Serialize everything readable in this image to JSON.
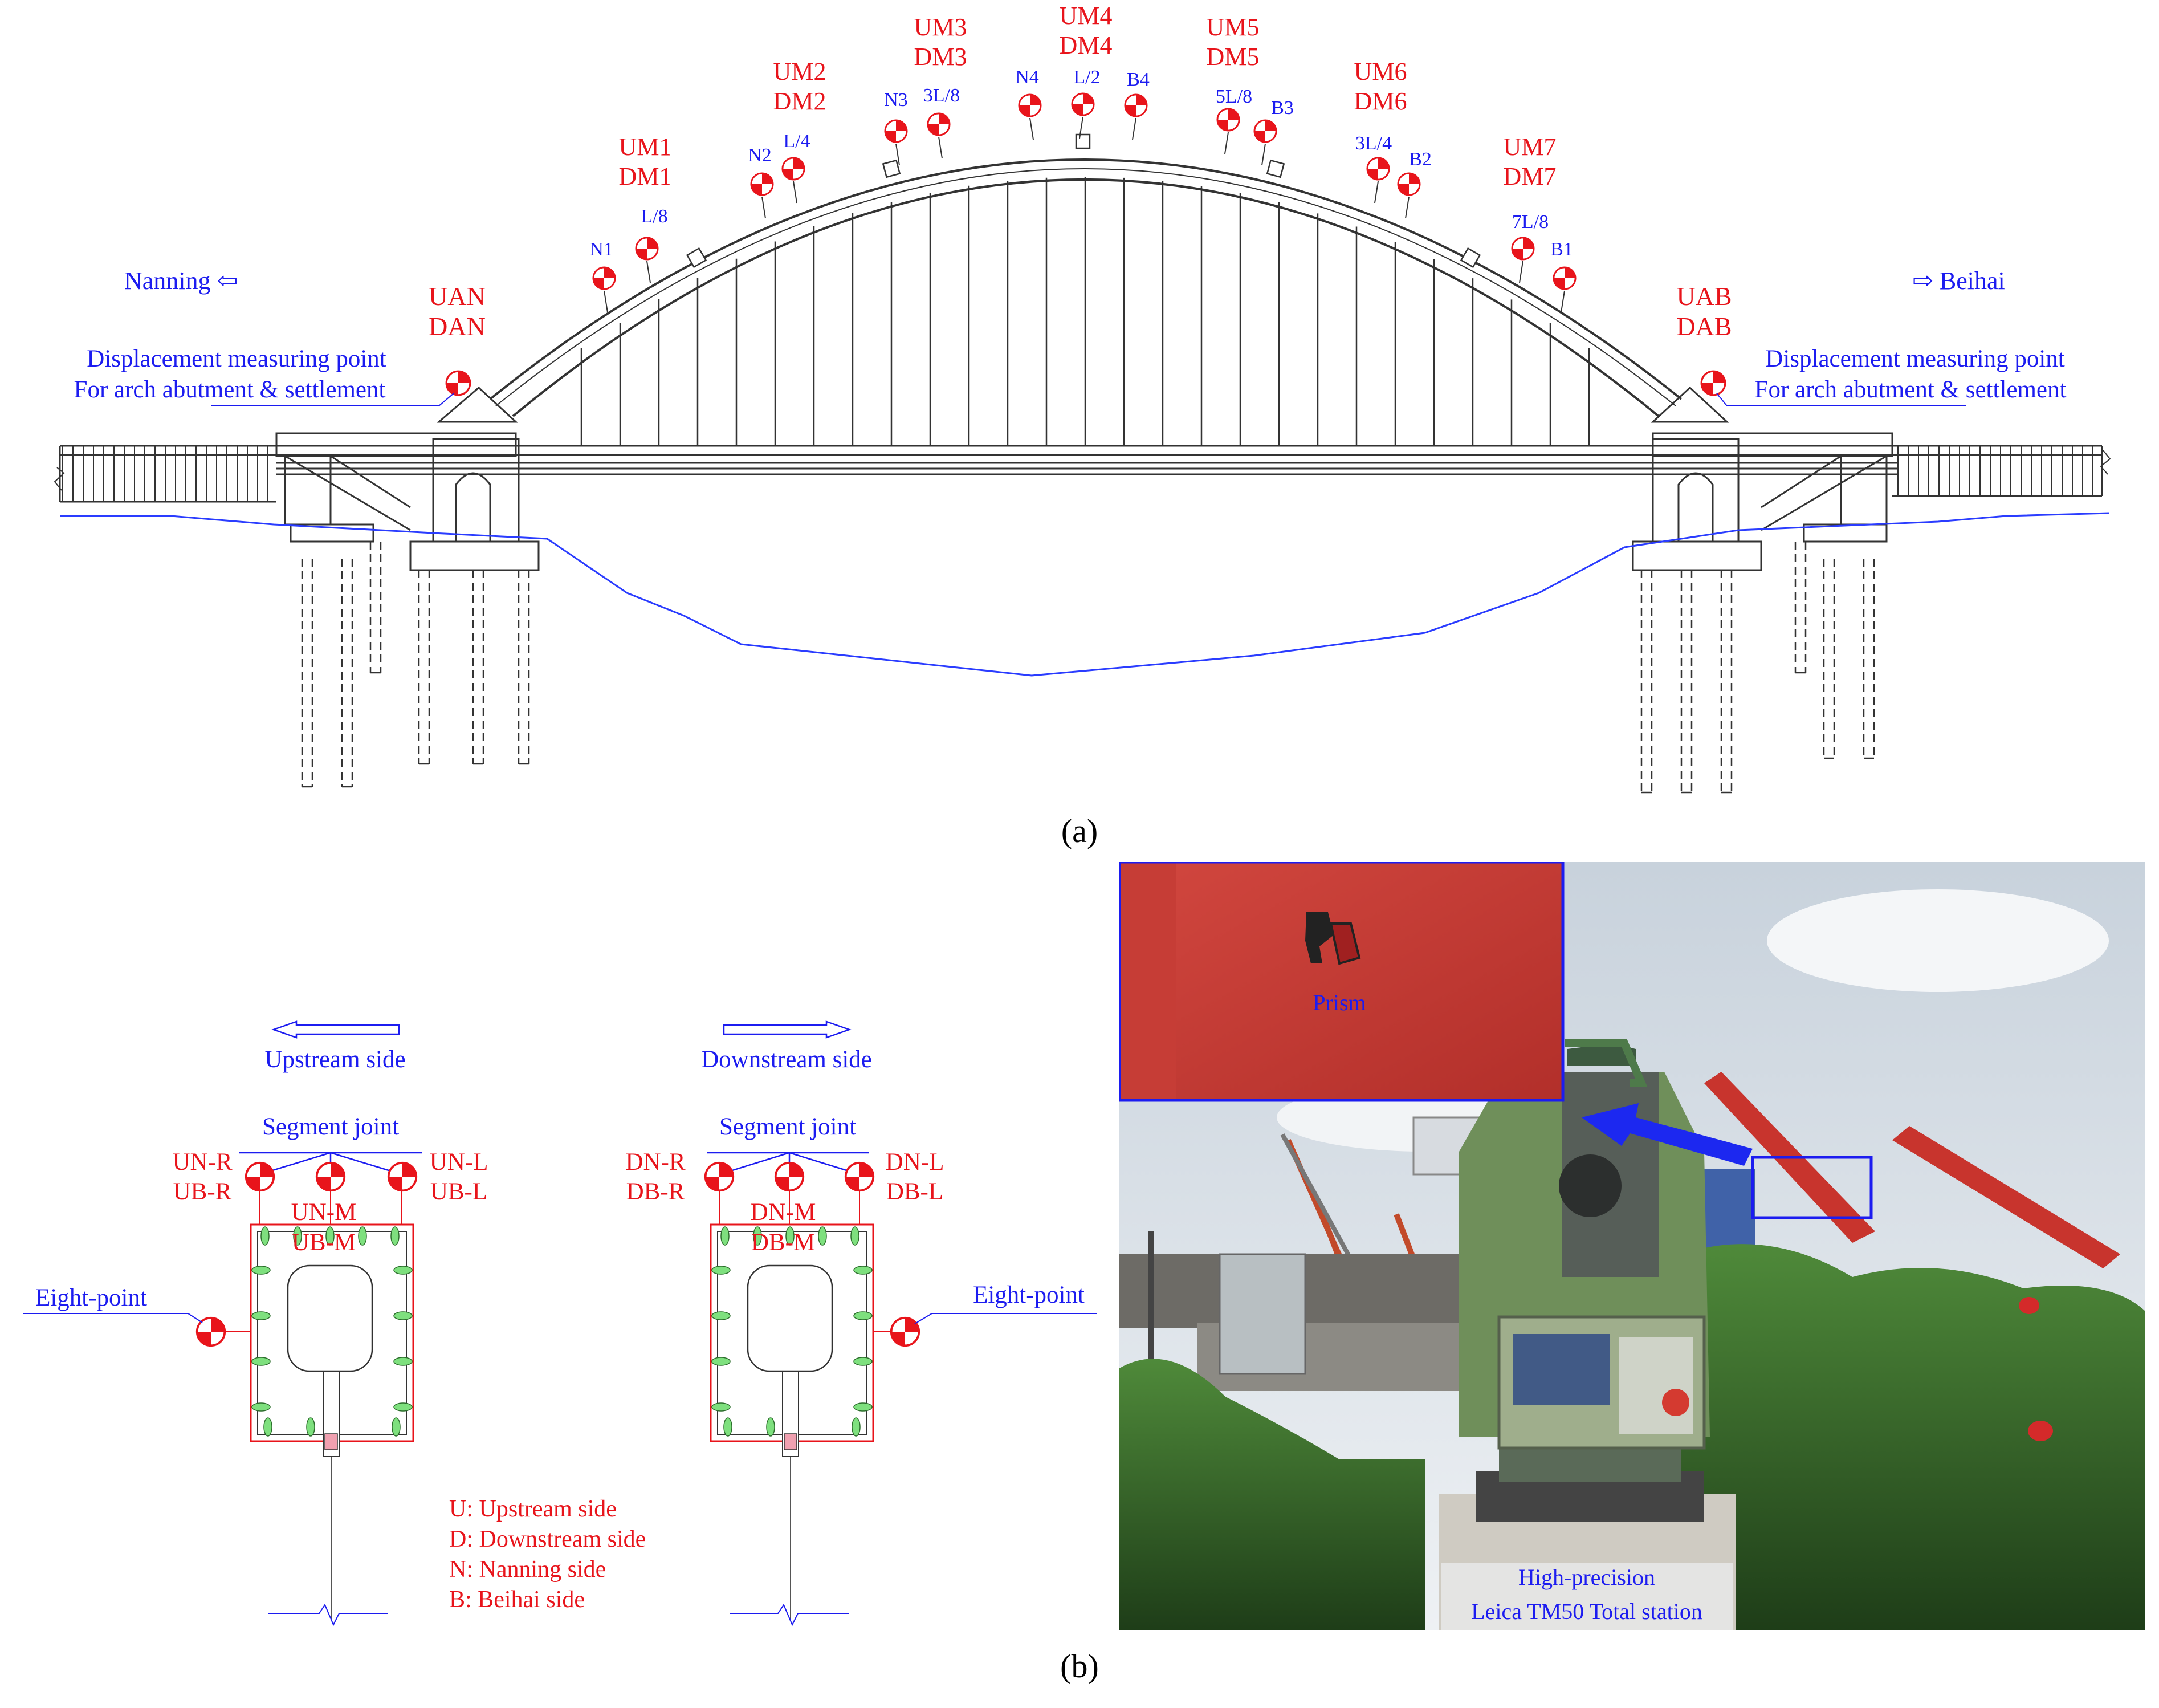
{
  "colors": {
    "red": "#e8141b",
    "blue": "#1c1cf0",
    "line": "#333333",
    "ground": "#2a3cff",
    "green_fill": "#7ee07e",
    "pink": "#f0a0b0"
  },
  "panel_a": {
    "caption": "(a)",
    "left_direction": "Nanning ⇦",
    "right_direction": "⇨ Beihai",
    "abutment_left": {
      "label_top": "UAN",
      "label_bottom": "DAN",
      "note_line1": "Displacement measuring point",
      "note_line2": "For arch abutment & settlement"
    },
    "abutment_right": {
      "label_top": "UAB",
      "label_bottom": "DAB",
      "note_line1": "Displacement measuring point",
      "note_line2": "For arch abutment & settlement"
    },
    "measure_groups": [
      {
        "top": "UM1",
        "bottom": "DM1"
      },
      {
        "top": "UM2",
        "bottom": "DM2"
      },
      {
        "top": "UM3",
        "bottom": "DM3"
      },
      {
        "top": "UM4",
        "bottom": "DM4"
      },
      {
        "top": "UM5",
        "bottom": "DM5"
      },
      {
        "top": "UM6",
        "bottom": "DM6"
      },
      {
        "top": "UM7",
        "bottom": "DM7"
      }
    ],
    "blue_point_labels": [
      "N1",
      "L/8",
      "N2",
      "L/4",
      "N3",
      "3L/8",
      "N4",
      "L/2",
      "B4",
      "5L/8",
      "B3",
      "3L/4",
      "B2",
      "7L/8",
      "B1"
    ]
  },
  "panel_b": {
    "caption": "(b)",
    "left_section": {
      "direction": "Upstream side",
      "joint": "Segment joint",
      "left_label_1": "UN-R",
      "left_label_2": "UB-R",
      "right_label_1": "UN-L",
      "right_label_2": "UB-L",
      "mid_label_1": "UN-M",
      "mid_label_2": "UB-M",
      "eight_point": "Eight-point"
    },
    "right_section": {
      "direction": "Downstream side",
      "joint": "Segment joint",
      "left_label_1": "DN-R",
      "left_label_2": "DB-R",
      "right_label_1": "DN-L",
      "right_label_2": "DB-L",
      "mid_label_1": "DN-M",
      "mid_label_2": "DB-M",
      "eight_point": "Eight-point"
    },
    "legend": [
      "U: Upstream side",
      "D: Downstream side",
      "N: Nanning side",
      "B: Beihai side"
    ],
    "photo": {
      "inset_label": "Prism",
      "station_line1": "High-precision",
      "station_line2": "Leica TM50 Total station"
    }
  }
}
